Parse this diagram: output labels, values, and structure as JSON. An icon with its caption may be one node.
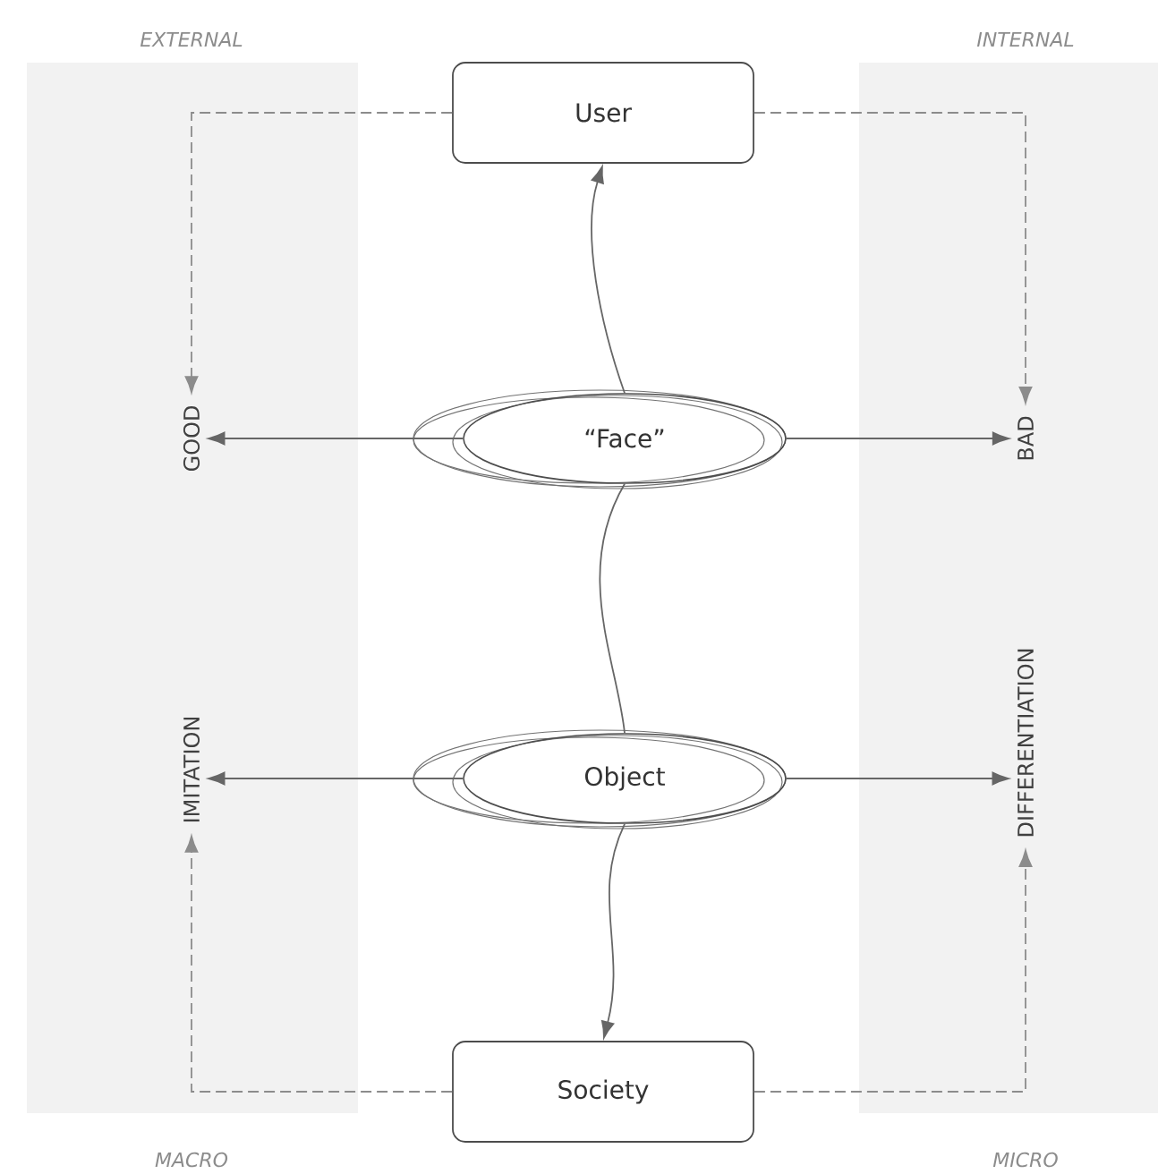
{
  "diagram": {
    "nodes": [
      {
        "text": [
          "User"
        ]
      },
      {
        "text": [
          "“Face”"
        ]
      },
      {
        "text": [
          "Object"
        ]
      },
      {
        "text": [
          "Society"
        ]
      },
      {
        "text": [
          "GOOD"
        ]
      },
      {
        "text": [
          "BAD"
        ]
      },
      {
        "text": [
          "IMITATION"
        ]
      },
      {
        "text": [
          "DIFFERENTIATION"
        ]
      }
    ],
    "edges": [
      {
        "from": 1,
        "to": 0,
        "arrow": "to"
      },
      {
        "from": 2,
        "to": 1,
        "arrow": "none"
      },
      {
        "from": 2,
        "to": 3,
        "arrow": "to"
      },
      {
        "from": 1,
        "to": 4,
        "arrow": "to"
      },
      {
        "from": 1,
        "to": 5,
        "arrow": "to"
      },
      {
        "from": 2,
        "to": 6,
        "arrow": "to"
      },
      {
        "from": 2,
        "to": 7,
        "arrow": "to"
      },
      {
        "from": 0,
        "to": 4,
        "arrow": "to",
        "style": "dashed",
        "color": "#8c8c8c"
      },
      {
        "from": 0,
        "to": 5,
        "arrow": "to",
        "style": "dashed",
        "color": "#8c8c8c"
      },
      {
        "from": 3,
        "to": 6,
        "arrow": "to",
        "style": "dashed",
        "color": "#8c8c8c"
      },
      {
        "from": 3,
        "to": 7,
        "arrow": "to",
        "style": "dashed",
        "color": "#8c8c8c"
      }
    ],
    "labels": [
      "EXTERNAL",
      "INTERNAL",
      "MACRO",
      "MICRO"
    ]
  }
}
